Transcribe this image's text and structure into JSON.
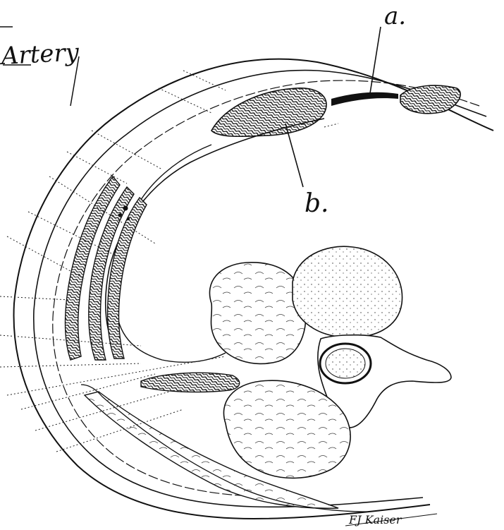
{
  "title_handwritten": "Artery",
  "labels": {
    "a": "a.",
    "b": "b."
  },
  "signature": "FJ Kaiser",
  "colors": {
    "ink": "#111111",
    "paper": "#ffffff"
  }
}
